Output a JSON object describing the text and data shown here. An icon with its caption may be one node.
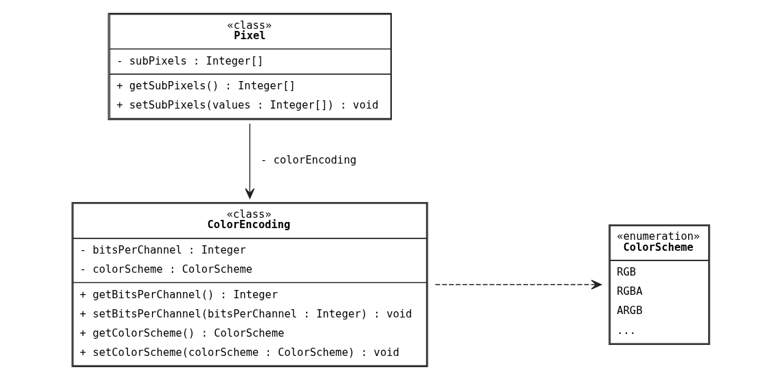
{
  "diagram": {
    "nodes": [
      {
        "text": [
          "«class»",
          "Pixel",
          "- subPixels : Integer[]",
          "+ getSubPixels() : Integer[]",
          "+ setSubPixels(values : Integer[]) : void"
        ]
      },
      {
        "text": [
          "«class»",
          "ColorEncoding",
          "- bitsPerChannel : Integer",
          "- colorScheme : ColorScheme",
          "+ getBitsPerChannel() : Integer",
          "+ setBitsPerChannel(bitsPerChannel : Integer) : void",
          "+ getColorScheme() : ColorScheme",
          "+ setColorScheme(colorScheme : ColorScheme) : void"
        ]
      },
      {
        "text": [
          "«enumeration»",
          "ColorScheme",
          "RGB",
          "RGBA",
          "ARGB",
          "..."
        ]
      }
    ],
    "edges": [
      {
        "from": 0,
        "to": 1,
        "arrow": "to",
        "label": "- colorEncoding"
      },
      {
        "from": 1,
        "to": 2,
        "arrow": "to",
        "style": "dashed"
      }
    ]
  }
}
